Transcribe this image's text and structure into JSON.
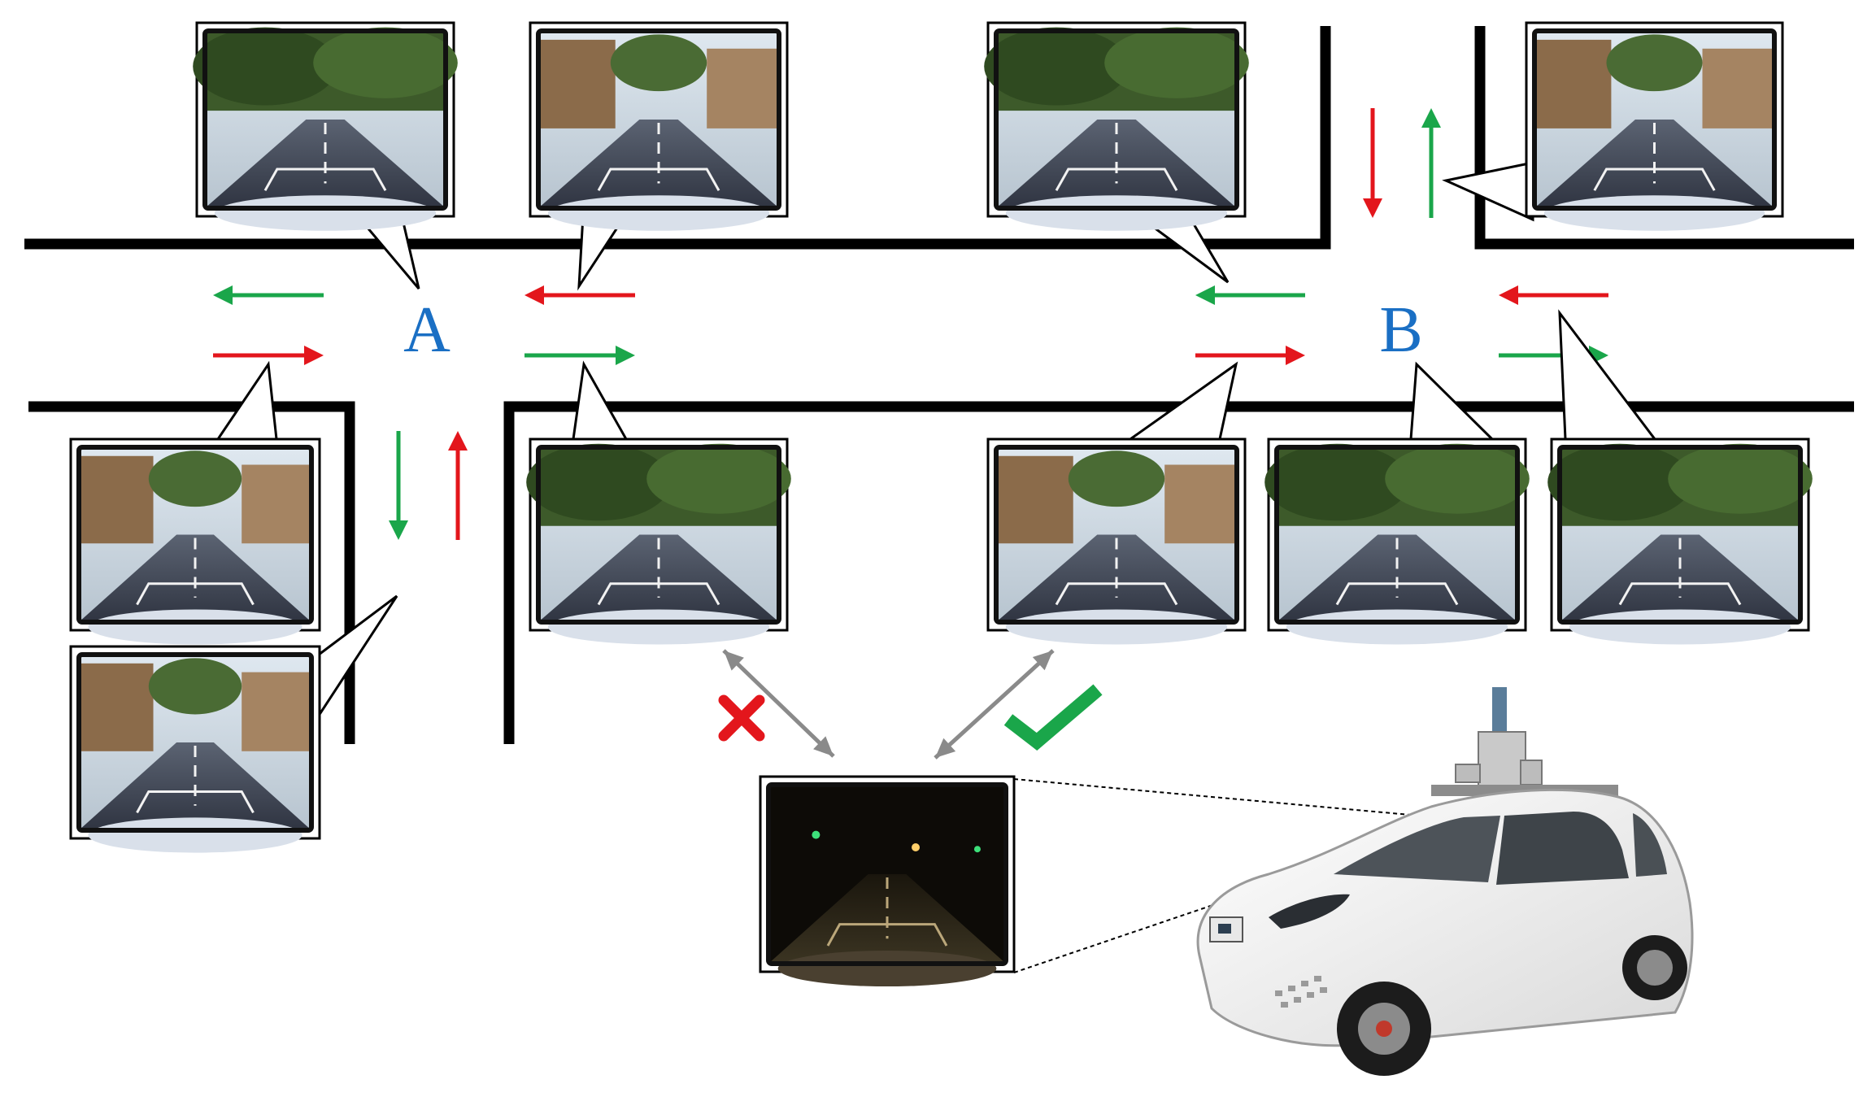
{
  "intersections": [
    {
      "id": "A",
      "label": "A",
      "color": "#1a6fc4"
    },
    {
      "id": "B",
      "label": "B",
      "color": "#1a6fc4"
    }
  ],
  "colors": {
    "road": "#000000",
    "arrow_green": "#1aa64a",
    "arrow_red": "#e3161c",
    "match_arrow": "#8a8a8a",
    "cross_mark": "#e3161c",
    "check_mark": "#1aa64a"
  },
  "match_results": [
    {
      "pair": "left-daytime-vs-night",
      "result": "mismatch",
      "icon": "cross-icon"
    },
    {
      "pair": "right-daytime-vs-night",
      "result": "match",
      "icon": "check-icon"
    }
  ],
  "scenes": [
    {
      "id": "a-north-left",
      "tone": "day-trees"
    },
    {
      "id": "a-north-right",
      "tone": "day-buildings"
    },
    {
      "id": "a-south-left-top",
      "tone": "day-buildings"
    },
    {
      "id": "a-south-left-bottom",
      "tone": "day-buildings"
    },
    {
      "id": "a-south-right",
      "tone": "day-trees"
    },
    {
      "id": "b-north-left",
      "tone": "day-trees"
    },
    {
      "id": "b-north-right",
      "tone": "day-buildings"
    },
    {
      "id": "b-south-left",
      "tone": "day-buildings"
    },
    {
      "id": "b-south-mid",
      "tone": "day-trees"
    },
    {
      "id": "b-south-right",
      "tone": "day-trees"
    },
    {
      "id": "night-query",
      "tone": "night"
    }
  ],
  "vehicle": {
    "icon": "survey-car-icon",
    "color": "#f4f4f4"
  }
}
